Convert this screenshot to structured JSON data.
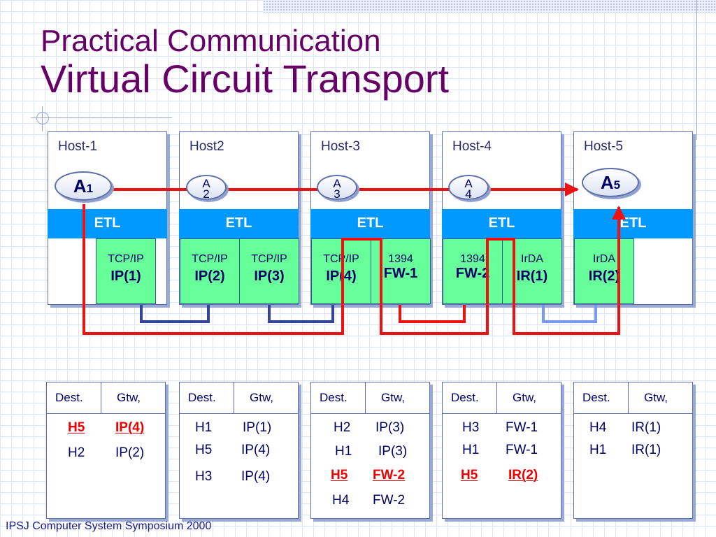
{
  "title": {
    "line1": "Practical Communication",
    "line2": "Virtual Circuit Transport"
  },
  "footer": "IPSJ Computer System Symposium 2000",
  "colors": {
    "title": "#660066",
    "etl_bar": "#0099ff",
    "protocol_box": "#66ff99",
    "path_red": "#ee1111",
    "link_dark": "#334499",
    "link_light": "#7799ee",
    "highlight_text": "#ee0000"
  },
  "hosts": [
    {
      "name": "Host-1",
      "app": {
        "letter": "A",
        "num": "1"
      },
      "etl": "ETL",
      "protocols": [
        {
          "line1": "TCP/IP",
          "line2": "IP(1)"
        }
      ]
    },
    {
      "name": "Host2",
      "app": {
        "letter": "A",
        "num": "2"
      },
      "etl": "ETL",
      "protocols": [
        {
          "line1": "TCP/IP",
          "line2": "IP(2)"
        },
        {
          "line1": "TCP/IP",
          "line2": "IP(3)"
        }
      ]
    },
    {
      "name": "Host-3",
      "app": {
        "letter": "A",
        "num": "3"
      },
      "etl": "ETL",
      "protocols": [
        {
          "line1": "TCP/IP",
          "line2": "IP(4)"
        },
        {
          "line1": "1394",
          "line2": "FW-1"
        }
      ]
    },
    {
      "name": "Host-4",
      "app": {
        "letter": "A",
        "num": "4"
      },
      "etl": "ETL",
      "protocols": [
        {
          "line1": "1394",
          "line2": "FW-2"
        },
        {
          "line1": "IrDA",
          "line2": "IR(1)"
        }
      ]
    },
    {
      "name": "Host-5",
      "app": {
        "letter": "A",
        "num": "5"
      },
      "etl": "ETL",
      "protocols": [
        {
          "line1": "IrDA",
          "line2": "IR(2)"
        }
      ]
    }
  ],
  "tables": [
    {
      "dest_header": "Dest.",
      "gtw_header": "Gtw,",
      "rows": [
        {
          "dest": "H5",
          "gtw": "IP(4)",
          "highlight": true
        },
        {
          "dest": "H2",
          "gtw": "IP(2)",
          "highlight": false
        }
      ]
    },
    {
      "dest_header": "Dest.",
      "gtw_header": "Gtw,",
      "rows": [
        {
          "dest": "H1",
          "gtw": "IP(1)",
          "highlight": false
        },
        {
          "dest": "H5",
          "gtw": "IP(4)",
          "highlight": false
        },
        {
          "dest": "H3",
          "gtw": "IP(4)",
          "highlight": false
        }
      ]
    },
    {
      "dest_header": "Dest.",
      "gtw_header": "Gtw,",
      "rows": [
        {
          "dest": "H2",
          "gtw": "IP(3)",
          "highlight": false
        },
        {
          "dest": "H1",
          "gtw": "IP(3)",
          "highlight": false
        },
        {
          "dest": "H5",
          "gtw": "FW-2",
          "highlight": true
        },
        {
          "dest": "H4",
          "gtw": "FW-2",
          "highlight": false
        }
      ]
    },
    {
      "dest_header": "Dest.",
      "gtw_header": "Gtw,",
      "rows": [
        {
          "dest": "H3",
          "gtw": "FW-1",
          "highlight": false
        },
        {
          "dest": "H1",
          "gtw": "FW-1",
          "highlight": false
        },
        {
          "dest": "H5",
          "gtw": "IR(2)",
          "highlight": true
        }
      ]
    },
    {
      "dest_header": "Dest.",
      "gtw_header": "Gtw,",
      "rows": [
        {
          "dest": "H4",
          "gtw": "IR(1)",
          "highlight": false
        },
        {
          "dest": "H1",
          "gtw": "IR(1)",
          "highlight": false
        }
      ]
    }
  ]
}
